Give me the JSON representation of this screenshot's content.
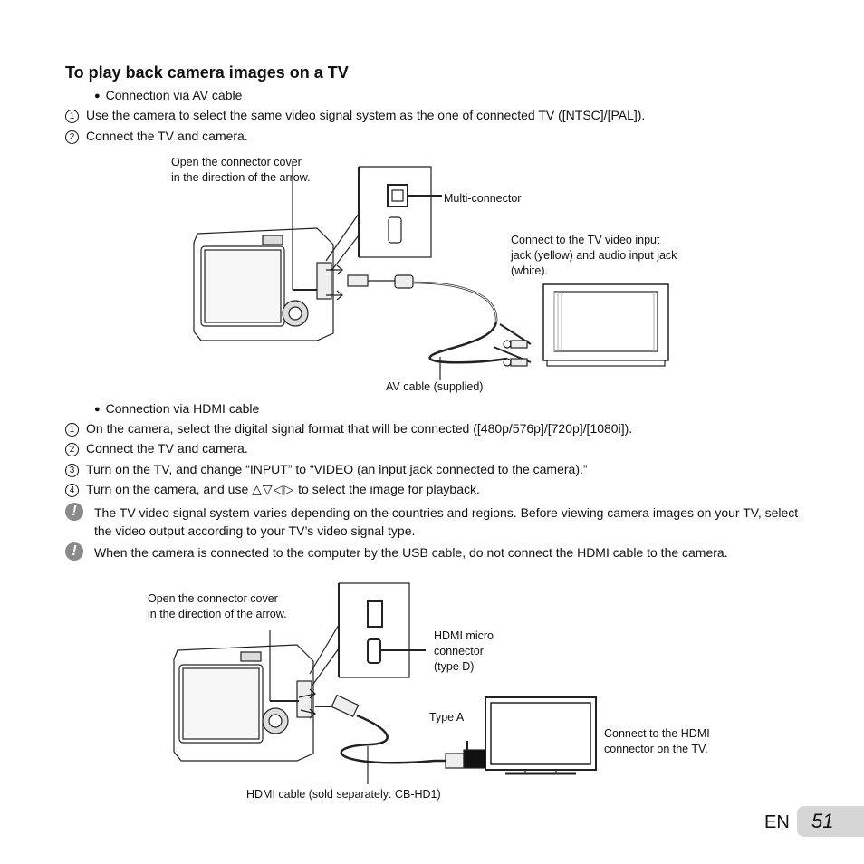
{
  "heading": "To play back camera images on a TV",
  "av_section": {
    "bullet": "Connection via AV cable",
    "steps": [
      {
        "num": "1",
        "text": "Use the camera to select the same video signal system as the one of connected TV ([NTSC]/[PAL])."
      },
      {
        "num": "2",
        "text": "Connect the TV and camera."
      }
    ],
    "figure": {
      "label_cover_line1": "Open the connector cover",
      "label_cover_line2": "in the direction of the arrow.",
      "label_multi": "Multi-connector",
      "label_tv_line1": "Connect to the TV video input",
      "label_tv_line2": "jack (yellow) and audio input jack",
      "label_tv_line3": "(white).",
      "label_cable": "AV cable (supplied)"
    }
  },
  "hdmi_section": {
    "bullet": "Connection via HDMI cable",
    "steps": [
      {
        "num": "1",
        "text": "On the camera, select the digital signal format that will be connected ([480p/576p]/[720p]/[1080i])."
      },
      {
        "num": "2",
        "text": "Connect the TV and camera."
      },
      {
        "num": "3",
        "text": "Turn on the TV, and change “INPUT” to “VIDEO (an input jack connected to the camera).”"
      },
      {
        "num": "4",
        "text_before": "Turn on the camera, and use",
        "arrows": "△▽◁▷",
        "text_after": "to select the image for playback."
      }
    ],
    "notes": [
      "The TV video signal system varies depending on the countries and regions. Before viewing camera images on your TV, select the video output according to your TV’s video signal type.",
      "When the camera is connected to the computer by the USB cable, do not connect the HDMI cable to the camera."
    ],
    "figure": {
      "label_cover_line1": "Open the connector cover",
      "label_cover_line2": "in the direction of the arrow.",
      "label_hdmi_line1": "HDMI micro",
      "label_hdmi_line2": "connector",
      "label_hdmi_line3": "(type D)",
      "label_typea": "Type A",
      "label_tv_line1": "Connect to the HDMI",
      "label_tv_line2": "connector on the TV.",
      "label_cable": "HDMI cable (sold separately: CB-HD1)"
    }
  },
  "footer": {
    "lang": "EN",
    "page": "51"
  }
}
